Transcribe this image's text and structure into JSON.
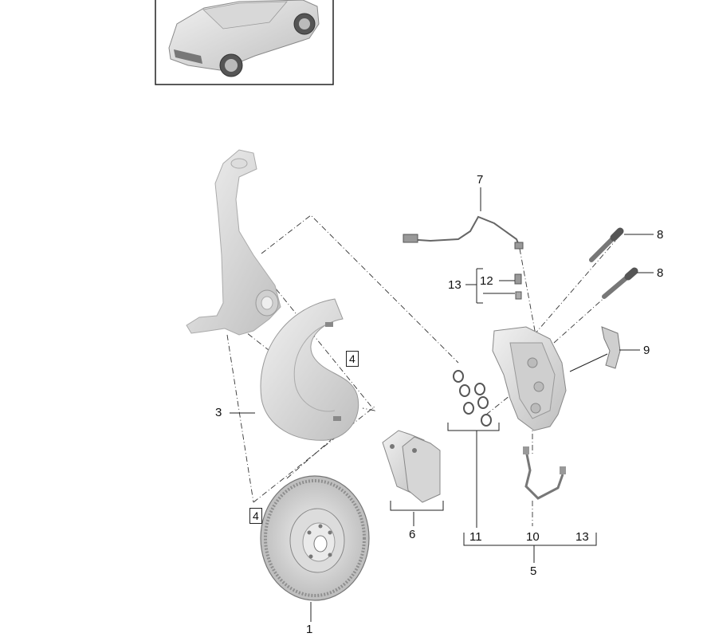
{
  "callouts": {
    "c1": "1",
    "c3": "3",
    "c4a": "4",
    "c4b": "4",
    "c5": "5",
    "c6": "6",
    "c7": "7",
    "c8a": "8",
    "c8b": "8",
    "c9": "9",
    "c10": "10",
    "c11": "11",
    "c12": "12",
    "c13a": "13",
    "c13b": "13"
  },
  "colors": {
    "part_fill": "#e6e6e6",
    "part_shade": "#c8c8c8",
    "part_dark": "#9a9a9a",
    "line": "#333333",
    "frame": "#222222"
  }
}
